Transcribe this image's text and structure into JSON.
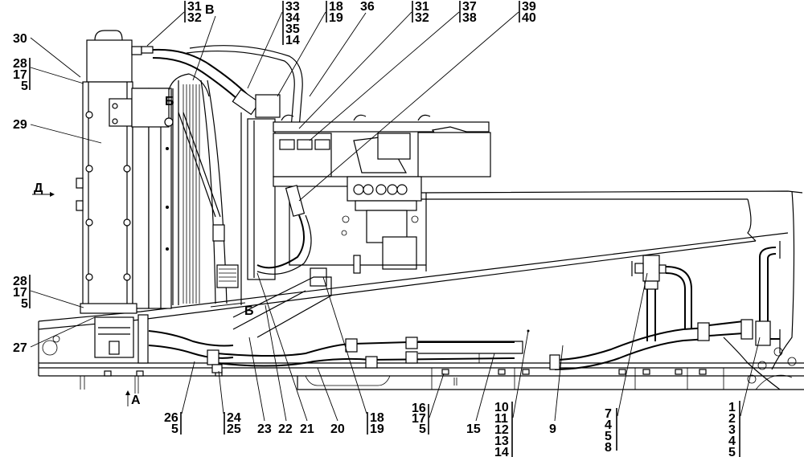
{
  "title": "Radiator and hydraulic piping assembly — parts callout diagram",
  "view_markers": {
    "B": "В",
    "Б_top": "Б",
    "Б_bottom": "Б",
    "Д": "Д",
    "A": "А"
  },
  "callouts": {
    "top": [
      {
        "id": "c-31-32-a",
        "lines": [
          "31",
          "32"
        ]
      },
      {
        "id": "c-33-34-35-14",
        "lines": [
          "33",
          "34",
          "35",
          "14"
        ]
      },
      {
        "id": "c-18-19-a",
        "lines": [
          "18",
          "19"
        ]
      },
      {
        "id": "c-36",
        "lines": [
          "36"
        ]
      },
      {
        "id": "c-31-32-b",
        "lines": [
          "31",
          "32"
        ]
      },
      {
        "id": "c-37-38",
        "lines": [
          "37",
          "38"
        ]
      },
      {
        "id": "c-39-40",
        "lines": [
          "39",
          "40"
        ]
      }
    ],
    "left": [
      {
        "id": "c-30",
        "lines": [
          "30"
        ]
      },
      {
        "id": "c-28-17-5-a",
        "lines": [
          "28",
          "17",
          "5"
        ]
      },
      {
        "id": "c-29",
        "lines": [
          "29"
        ]
      },
      {
        "id": "c-28-17-5-b",
        "lines": [
          "28",
          "17",
          "5"
        ]
      },
      {
        "id": "c-27",
        "lines": [
          "27"
        ]
      }
    ],
    "bottom": [
      {
        "id": "c-26-5",
        "lines": [
          "26",
          "5"
        ]
      },
      {
        "id": "c-24-25",
        "lines": [
          "24",
          "25"
        ]
      },
      {
        "id": "c-23",
        "lines": [
          "23"
        ]
      },
      {
        "id": "c-22",
        "lines": [
          "22"
        ]
      },
      {
        "id": "c-21",
        "lines": [
          "21"
        ]
      },
      {
        "id": "c-20",
        "lines": [
          "20"
        ]
      },
      {
        "id": "c-18-19-b",
        "lines": [
          "18",
          "19"
        ]
      },
      {
        "id": "c-16-17-5",
        "lines": [
          "16",
          "17",
          "5"
        ]
      },
      {
        "id": "c-15",
        "lines": [
          "15"
        ]
      },
      {
        "id": "c-10-14",
        "lines": [
          "10",
          "11",
          "12",
          "13",
          "14"
        ]
      },
      {
        "id": "c-9",
        "lines": [
          "9"
        ]
      },
      {
        "id": "c-7-4-5-8",
        "lines": [
          "7",
          "4",
          "5",
          "8"
        ]
      },
      {
        "id": "c-1-5",
        "lines": [
          "1",
          "2",
          "3",
          "4",
          "5"
        ]
      }
    ]
  }
}
